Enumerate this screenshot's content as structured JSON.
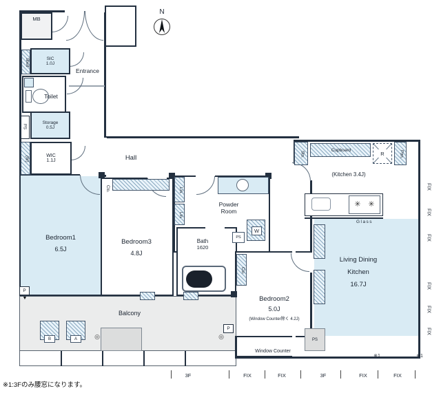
{
  "compass": {
    "n": "N"
  },
  "rooms": {
    "mb": "MB",
    "shelf": "Shelf",
    "sic_name": "SIC",
    "sic_size": "1.0J",
    "entrance": "Entrance",
    "toilet": "Toilet",
    "ps_left": "PS",
    "storage_name": "Storage",
    "storage_size": "0.5J",
    "w_paren": "(W)",
    "wic_name": "WIC",
    "wic_size": "1.1J",
    "hall": "Hall",
    "bedroom1_name": "Bedroom1",
    "bedroom1_size": "6.5J",
    "bedroom3_name": "Bedroom3",
    "bedroom3_size": "4.8J",
    "clo_b3": "Clo.",
    "lin_upper": "Lin.",
    "lin_lower": "Lin.",
    "powder_line1": "Powder",
    "powder_line2": "Room",
    "bath_name": "Bath",
    "bath_size": "1620",
    "ps_bath": "PS",
    "washer": "W",
    "clo_b2": "Clo.",
    "bedroom2_name": "Bedroom2",
    "bedroom2_size": "5.0J",
    "bedroom2_note": "(Window Counter除く 4.2J)",
    "ldk_line1": "Living Dining",
    "ldk_line2": "Kitchen",
    "ldk_size": "16.7J",
    "kitchen_note": "(Kitchen 3.4J)",
    "glass": "Glass",
    "sto": "Sto.",
    "cupboard": "Cupboard",
    "fridge": "R",
    "pan": "Pan.",
    "balcony": "Balcony",
    "balcony_b": "B",
    "balcony_a": "A",
    "p_b1": "P",
    "p_b2": "P",
    "ps_bottom": "PS",
    "window_counter": "Window Counter"
  },
  "icons": {
    "burner": "✳",
    "drain": "◎",
    "down_triangle": "▼"
  },
  "marks": {
    "ref1": "※1",
    "ref2": "※1"
  },
  "right_labels": [
    "FIX",
    "FIX",
    "FIX",
    "FIX",
    "FIX",
    "FIX"
  ],
  "bottom_labels": [
    "3F",
    "FIX",
    "FIX",
    "3F",
    "FIX",
    "FIX"
  ],
  "footnote": "※1:3Fのみ腰窓になります。"
}
